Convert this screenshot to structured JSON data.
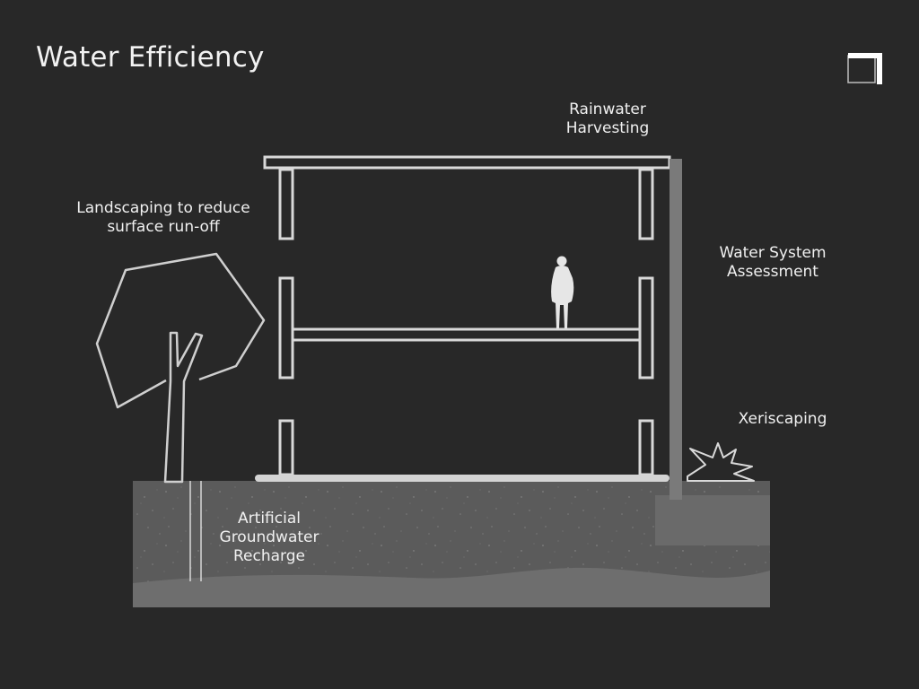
{
  "title": "Water Efficiency",
  "labels": {
    "rainwater": [
      "Rainwater",
      "Harvesting"
    ],
    "landscaping": [
      "Landscaping to reduce",
      "surface run-off"
    ],
    "water_system": [
      "Water System",
      "Assessment"
    ],
    "xeriscaping": [
      "Xeriscaping"
    ],
    "groundwater": [
      "Artificial",
      "Groundwater",
      "Recharge"
    ]
  },
  "icons": {
    "corner": "corner-bracket-icon"
  },
  "colors": {
    "background": "#282828",
    "line": "#d9d9d9",
    "ground": "#5c5c5c",
    "water": "#6e6e6e",
    "tank": "#6a6a6a"
  }
}
